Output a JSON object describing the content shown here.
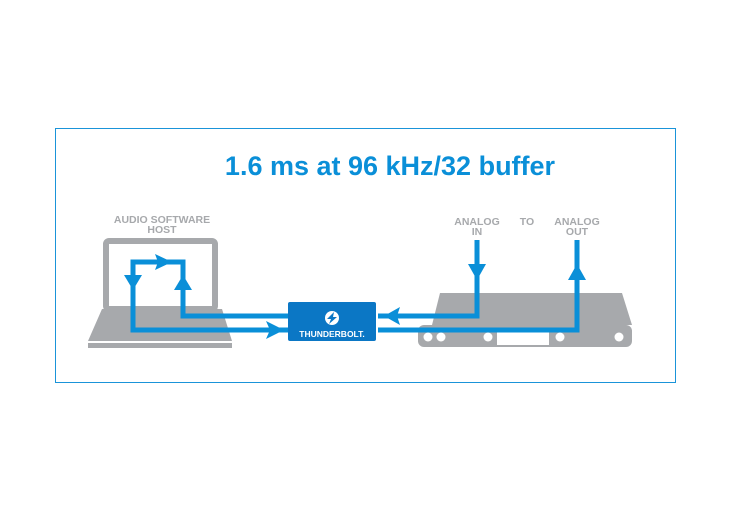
{
  "title": "1.6 ms at 96 kHz/32 buffer",
  "labels": {
    "host_line1": "AUDIO SOFTWARE",
    "host_line2": "HOST",
    "analog_in_line1": "ANALOG",
    "analog_in_line2": "IN",
    "to": "TO",
    "analog_out_line1": "ANALOG",
    "analog_out_line2": "OUT",
    "thunderbolt": "THUNDERBOLT."
  },
  "colors": {
    "accent": "#0a8fd8",
    "box": "#0b77c5",
    "device": "#a7a9ac"
  }
}
